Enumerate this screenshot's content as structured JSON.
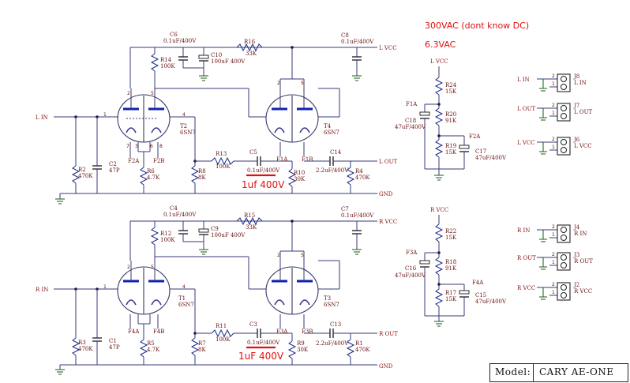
{
  "notes": {
    "voltage_b_plus": "300VAC (dont know DC)",
    "voltage_heater": "6.3VAC",
    "left_coupling_note": "1uf 400V",
    "right_coupling_note": "1uF 400V"
  },
  "title_block": {
    "model_label": "Model:",
    "model_value": "CARY AE-ONE"
  },
  "left_channel": {
    "input": "L IN",
    "output": "L OUT",
    "vcc": "L VCC",
    "gnd": "GND",
    "c6": "C6",
    "c6_val": "0.1uF/400V",
    "r16": "R16",
    "r16_val": "33K",
    "c8": "C8",
    "c8_val": "0.1uF/400V",
    "c10": "C10",
    "c10_val": "100uF 400V",
    "r14": "R14",
    "r14_val": "100K",
    "t2": "T2",
    "t2_type": "6SN7",
    "t4": "T4",
    "t4_type": "6SN7",
    "r2": "R2",
    "r2_val": "470K",
    "c2": "C2",
    "c2_val": "47P",
    "r6": "R6",
    "r6_val": "4.7K",
    "r8": "R8",
    "r8_val": "8K",
    "r13": "R13",
    "r13_val": "100K",
    "c5": "C5",
    "c5_val": "0.1uF/400V",
    "r10": "R10",
    "r10_val": "30K",
    "c14": "C14",
    "c14_val": "2.2uF/400V",
    "r4": "R4",
    "r4_val": "470K",
    "f2a": "F2A",
    "f2b": "F2B",
    "f1a": "F1A",
    "f1b": "F1B"
  },
  "right_channel": {
    "input": "R IN",
    "output": "R OUT",
    "vcc": "R VCC",
    "gnd": "GND",
    "c4": "C4",
    "c4_val": "0.1uF/400V",
    "r15": "R15",
    "r15_val": "33K",
    "c7": "C7",
    "c7_val": "0.1uF/400V",
    "c9": "C9",
    "c9_val": "100uF 400V",
    "r12": "R12",
    "r12_val": "100K",
    "t1": "T1",
    "t1_type": "6SN7",
    "t3": "T3",
    "t3_type": "6SN7",
    "r3": "R3",
    "r3_val": "470K",
    "c1": "C1",
    "c1_val": "47P",
    "r5": "R5",
    "r5_val": "4.7K",
    "r7": "R7",
    "r7_val": "8K",
    "r11": "R11",
    "r11_val": "100K",
    "c3": "C3",
    "c3_val": "0.1uF/400V",
    "r9": "R9",
    "r9_val": "30K",
    "c13": "C13",
    "c13_val": "2.2uF/400V",
    "r1": "R1",
    "r1_val": "470K",
    "f4a": "F4A",
    "f4b": "F4B",
    "f3a": "F3A",
    "f3b": "F3B"
  },
  "heater_left": {
    "vcc": "L VCC",
    "r24": "R24",
    "r24_val": "15K",
    "f1a": "F1A",
    "c18": "C18",
    "c18_val": "47uF/400V",
    "r20": "R20",
    "r20_val": "91K",
    "f2a": "F2A",
    "r19": "R19",
    "r19_val": "15K",
    "c17": "C17",
    "c17_val": "47uF/400V"
  },
  "heater_right": {
    "vcc": "R VCC",
    "r22": "R22",
    "r22_val": "15K",
    "f3a": "F3A",
    "c16": "C16",
    "c16_val": "47uF/400V",
    "r18": "R18",
    "r18_val": "91K",
    "f4a": "F4A",
    "r17": "R17",
    "r17_val": "15K",
    "c15": "C15",
    "c15_val": "47uF/400V"
  },
  "connectors": [
    {
      "net": "L IN",
      "ref": "J8",
      "name": "L IN",
      "pin1": "1",
      "pin2": "2"
    },
    {
      "net": "L OUT",
      "ref": "J7",
      "name": "L OUT",
      "pin1": "1",
      "pin2": "2"
    },
    {
      "net": "L VCC",
      "ref": "J6",
      "name": "L VCC",
      "pin1": "1",
      "pin2": "2"
    },
    {
      "net": "R IN",
      "ref": "J4",
      "name": "R IN",
      "pin1": "1",
      "pin2": "2"
    },
    {
      "net": "R OUT",
      "ref": "J3",
      "name": "R OUT",
      "pin1": "1",
      "pin2": "2"
    },
    {
      "net": "R VCC",
      "ref": "J2",
      "name": "R VCC",
      "pin1": "1",
      "pin2": "2"
    }
  ],
  "pins": {
    "p1": "1",
    "p2": "2",
    "p3": "3",
    "p4": "4",
    "p5": "5",
    "p6": "6",
    "p7": "7",
    "p8": "8"
  },
  "colors": {
    "wire": "#3a3a7a",
    "plate": "#1020b0",
    "label": "#6a1010",
    "note": "#e01010",
    "ground": "#2a6a2a"
  }
}
